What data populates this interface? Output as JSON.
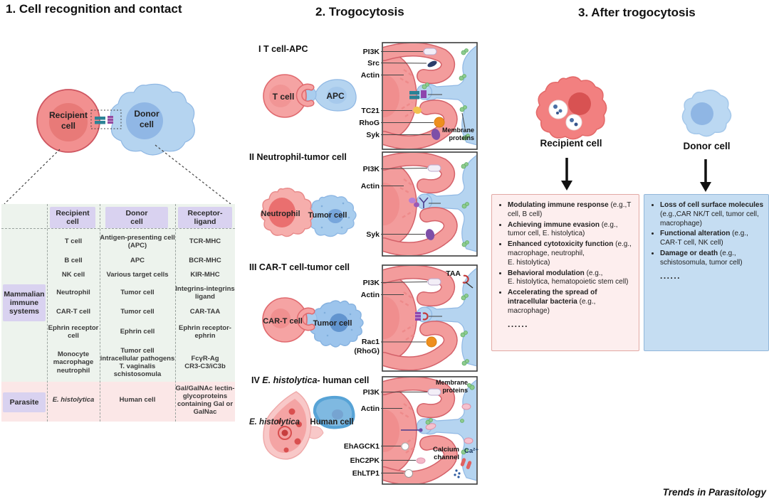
{
  "panel1": {
    "title": "1. Cell recognition and contact",
    "recipient_cell": [
      "Recipient",
      "cell"
    ],
    "donor_cell": [
      "Donor",
      "cell"
    ],
    "table": {
      "col_headers": [
        "Recipient\ncell",
        "Donor\ncell",
        "Receptor-\nligand"
      ],
      "row_groups": [
        "Mammalian\nimmune\nsystems",
        "Parasite"
      ],
      "rows": [
        {
          "recipient": "T cell",
          "donor": "Antigen-presenting cell\n(APC)",
          "ligand": "TCR-MHC"
        },
        {
          "recipient": "B cell",
          "donor": "APC",
          "ligand": "BCR-MHC"
        },
        {
          "recipient": "NK cell",
          "donor": "Various target cells",
          "ligand": "KIR-MHC"
        },
        {
          "recipient": "Neutrophil",
          "donor": "Tumor cell",
          "ligand": "Integrins-integrins\nligand"
        },
        {
          "recipient": "CAR-T cell",
          "donor": "Tumor cell",
          "ligand": "CAR-TAA"
        },
        {
          "recipient": "Ephrin receptor\ncell",
          "donor": "Ephrin cell",
          "ligand": "Ephrin receptor-\nephrin"
        },
        {
          "recipient": "Monocyte\nmacrophage\nneutrophil",
          "donor": "Tumor cell\nintracellular pathogens\nT. vaginalis\nschistosomula",
          "ligand": "FcγR-Ag\nCR3-C3/iC3b"
        },
        {
          "recipient": "E. histolytica",
          "donor": "Human cell",
          "ligand": "Gal/GalNAc lectin-\nglycoproteins\ncontaining Gal or\nGalNac"
        }
      ]
    }
  },
  "panel2": {
    "title": "2. Trogocytosis",
    "sections": [
      {
        "id": "I",
        "title": "T cell-APC",
        "cells": [
          "T cell",
          "APC"
        ],
        "markers": [
          "PI3K",
          "Src",
          "Actin",
          "TC21",
          "RhoG",
          "Syk"
        ],
        "membrane": [
          "Membrane",
          "proteins"
        ]
      },
      {
        "id": "II",
        "title": "Neutrophil-tumor cell",
        "cells": [
          "Neutrophil",
          "Tumor cell"
        ],
        "markers": [
          "PI3K",
          "Actin",
          "Syk"
        ]
      },
      {
        "id": "III",
        "title": "CAR-T cell-tumor cell",
        "cells": [
          "CAR-T cell",
          "Tumor cell"
        ],
        "markers": [
          "PI3K",
          "Actin"
        ],
        "rac1": [
          "Rac1",
          "(RhoG)"
        ],
        "taa": "TAA"
      },
      {
        "id": "IV",
        "title_italic": "E. histolytica-",
        "title": "human cell",
        "cells": [
          "E. histolytica",
          "Human cell"
        ],
        "markers": [
          "PI3K",
          "Actin",
          "EhAGCK1",
          "EhC2PK",
          "EhLTP1"
        ],
        "membrane": [
          "Membrane",
          "proteins"
        ],
        "calcium": [
          "Calcium",
          "channel"
        ],
        "ca": "Ca²⁺"
      }
    ]
  },
  "panel3": {
    "title": "3. After trogocytosis",
    "recipient_label": "Recipient cell",
    "donor_label": "Donor cell",
    "recipient_effects": [
      {
        "title": "Modulating immune response",
        "detail": "(e.g.,T cell, B cell)"
      },
      {
        "title": "Achieving immune evasion",
        "detail": "(e.g., tumor cell, E. histolytica)"
      },
      {
        "title": "Enhanced cytotoxicity function",
        "detail": "(e.g., macrophage, neutrophil,\nE. histolytica)"
      },
      {
        "title": "Behavioral modulation",
        "detail": "(e.g.,\nE. histolytica, hematopoietic stem cell)"
      },
      {
        "title": "Accelerating the spread of\nintracellular bacteria",
        "detail": "(e.g., macrophage)"
      }
    ],
    "donor_effects": [
      {
        "title": "Loss of cell surface molecules",
        "detail": "(e.g.,CAR NK/T cell,  tumor cell,\nmacrophage)"
      },
      {
        "title": "Functional alteration",
        "detail": "(e.g., CAR-T cell, NK cell)"
      },
      {
        "title": "Damage or death",
        "detail": "(e.g., schistosomula,  tumor cell)"
      }
    ],
    "ellipsis": "......"
  },
  "footer": "Trends in Parasitology",
  "colors": {
    "red_cell": "#f39c9c",
    "red_outline": "#d4626a",
    "red_nucleus": "#d85252",
    "blue_cell": "#b5d4f0",
    "blue_outline": "#90b8e4",
    "blue_nucleus": "#8fb6e4",
    "green_membrane_protein": "#8ecb8e",
    "header_purple": "#d9d2f0",
    "table_bg": "#edf3ed",
    "parasite_row_bg": "#fbe7e7",
    "recipient_box_bg": "#fdeeee",
    "donor_box_bg": "#c5ddf2",
    "orange_rhog": "#ee8f1f",
    "yellow_tc21": "#f2c14e",
    "purple_syk": "#7d4fa8",
    "teal_receptor": "#2b8296",
    "navy_src": "#2c3e6b"
  }
}
